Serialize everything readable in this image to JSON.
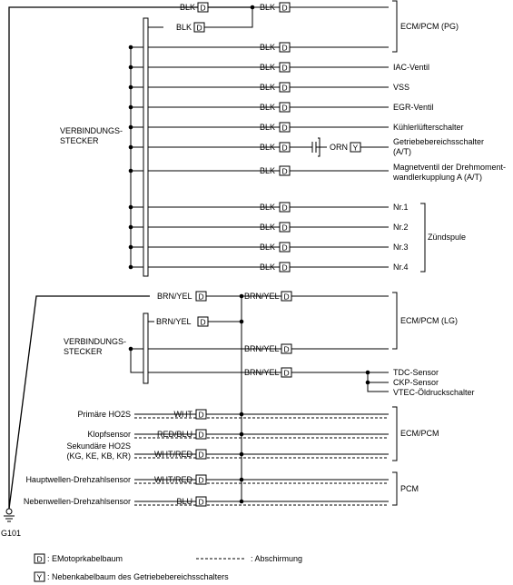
{
  "top": {
    "wire_color": "BLK",
    "code": "D",
    "sub_code": "Y",
    "connector_label": [
      "VERBINDUNGS-",
      "STECKER"
    ],
    "ecm_pg": "ECM/PCM (PG)",
    "rows": [
      "IAC-Ventil",
      "VSS",
      "EGR-Ventil",
      "Kühlerlüfterschalter"
    ],
    "trans_range_switch": [
      "Getriebebereichsschalter",
      "(A/T)"
    ],
    "orn_wire": "ORN",
    "solenoid": [
      "Magnetventil der Drehmoment-",
      "wandlerkupplung A (A/T)"
    ],
    "coils": [
      "Nr.1",
      "Nr.2",
      "Nr.3",
      "Nr.4"
    ],
    "coil_group": "Zündspule"
  },
  "middle": {
    "wire_color": "BRN/YEL",
    "connector_label": [
      "VERBINDUNGS-",
      "STECKER"
    ],
    "ecm_lg": "ECM/PCM (LG)",
    "sensors": [
      "TDC-Sensor",
      "CKP-Sensor",
      "VTEC-Öldruckschalter"
    ]
  },
  "shielded": {
    "ecm_group": "ECM/PCM",
    "pcm_group": "PCM",
    "rows": [
      {
        "label": [
          "Primäre HO2S"
        ],
        "wire": "WHT"
      },
      {
        "label": [
          "Klopfsensor"
        ],
        "wire": "RED/BLU"
      },
      {
        "label": [
          "Sekundäre HO2S",
          "(KG, KE, KB, KR)"
        ],
        "wire": "WHT/RED"
      },
      {
        "label": [
          "Hauptwellen-Drehzahlsensor"
        ],
        "wire": "WHT/RED"
      },
      {
        "label": [
          "Nebenwellen-Drehzahlsensor"
        ],
        "wire": "BLU"
      }
    ]
  },
  "ground": "G101",
  "legend": {
    "d_text": ": EMotoprkabelbaum",
    "y_text": ": Nebenkabelbaum des Getriebebereichsschalters",
    "shield_text": ":  Abschirmung"
  }
}
